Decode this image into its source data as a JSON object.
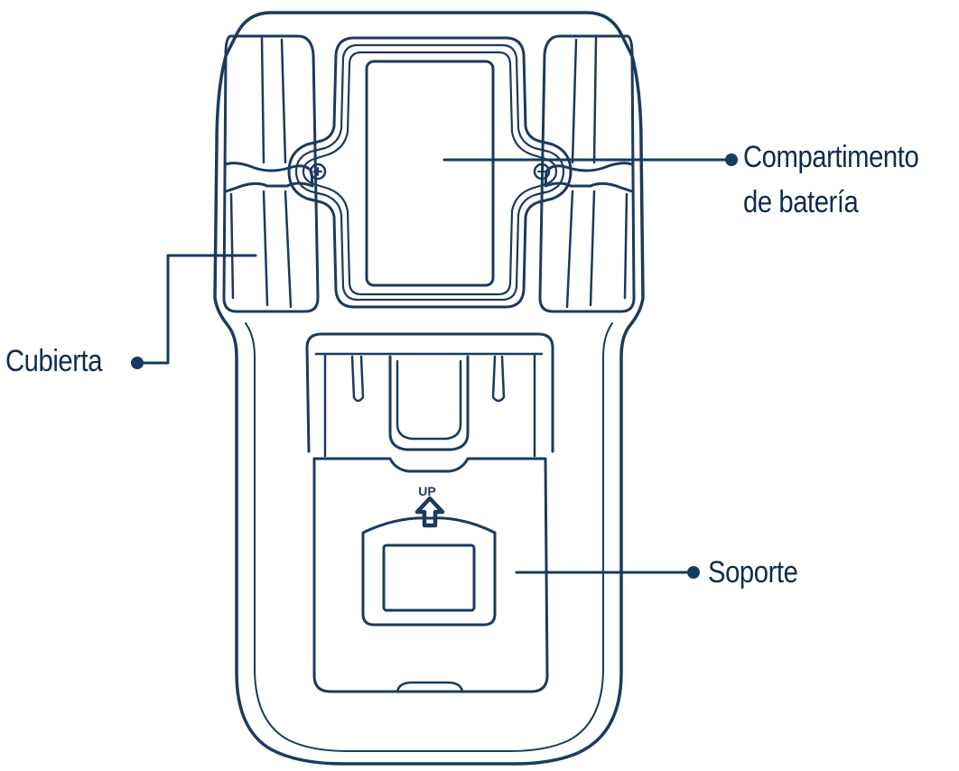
{
  "colors": {
    "outline": "#1b3a5e",
    "callout": "#163a62",
    "text": "#102b4e",
    "background": "#ffffff"
  },
  "callouts": {
    "battery": {
      "line1": "Compartimento",
      "line2": "de batería"
    },
    "cover": {
      "label": "Cubierta"
    },
    "holder": {
      "label": "Soporte"
    }
  },
  "device": {
    "arrow_label": "UP",
    "arrow_icon": "up-arrow-icon"
  }
}
